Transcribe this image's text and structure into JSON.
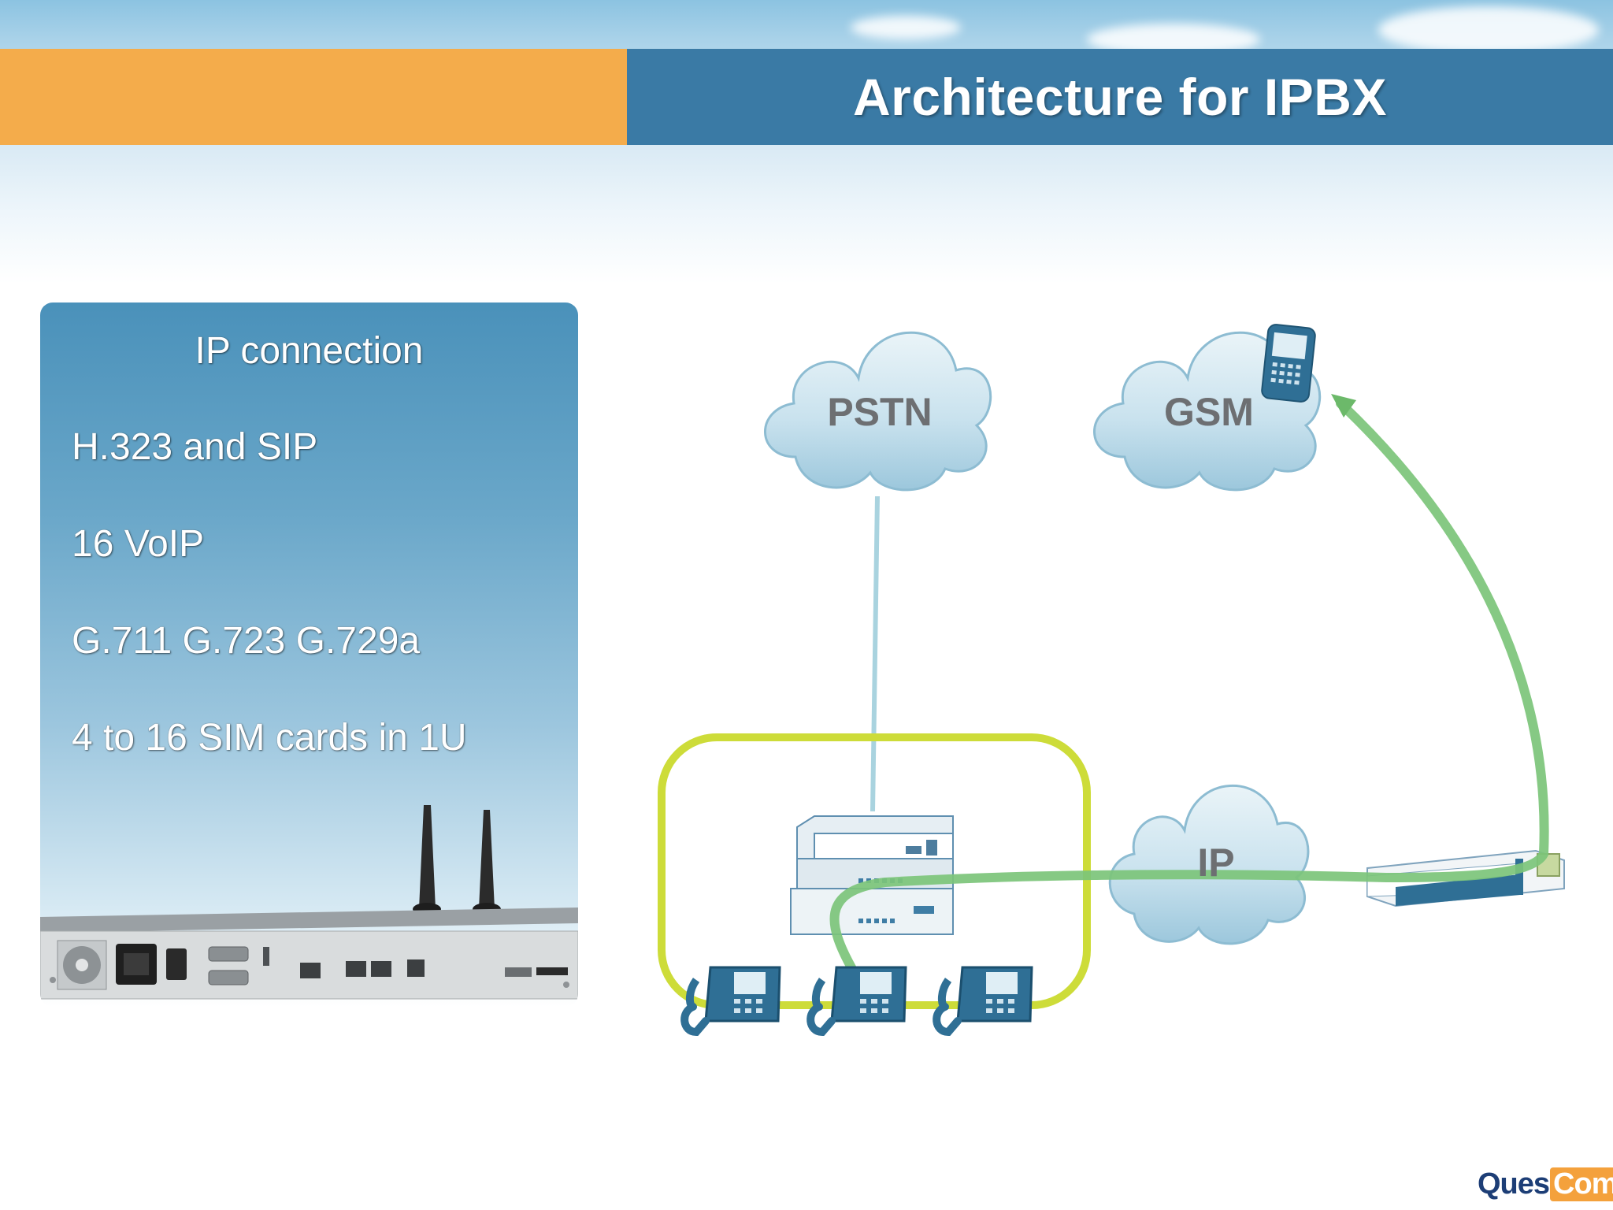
{
  "slide": {
    "title": "Architecture for IPBX"
  },
  "panel": {
    "heading": "IP connection",
    "bullets": [
      "H.323 and SIP",
      "16 VoIP",
      "G.711 G.723 G.729a",
      "4 to 16 SIM cards in 1U"
    ]
  },
  "diagram": {
    "clouds": {
      "pstn": "PSTN",
      "gsm": "GSM",
      "ip": "IP"
    },
    "link_colors": {
      "pstn_link": "#a9d3df",
      "gsm_route": "#7cc47a",
      "ipbx_enclosure": "#cddc39"
    }
  },
  "logo": {
    "part1": "Ques",
    "part2": "Com"
  },
  "colors": {
    "title_band_orange": "#f4ac4b",
    "title_band_blue": "#3a7aa5",
    "panel_top": "#4a91ba",
    "device_blue": "#2f6f95"
  }
}
